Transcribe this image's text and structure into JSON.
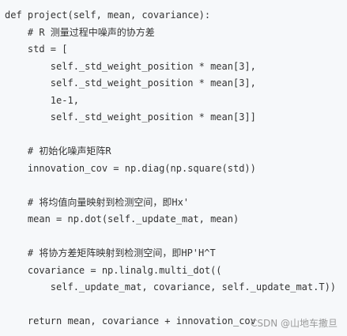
{
  "code": {
    "lines": [
      "def project(self, mean, covariance):",
      "    # R 测量过程中噪声的协方差",
      "    std = [",
      "        self._std_weight_position * mean[3],",
      "        self._std_weight_position * mean[3],",
      "        1e-1,",
      "        self._std_weight_position * mean[3]]",
      "",
      "    # 初始化噪声矩阵R",
      "    innovation_cov = np.diag(np.square(std))",
      "",
      "    # 将均值向量映射到检测空间，即Hx'",
      "    mean = np.dot(self._update_mat, mean)",
      "",
      "    # 将协方差矩阵映射到检测空间，即HP'H^T",
      "    covariance = np.linalg.multi_dot((",
      "        self._update_mat, covariance, self._update_mat.T))",
      "",
      "    return mean, covariance + innovation_cov"
    ]
  },
  "watermark": {
    "text": "CSDN @山地车撒旦"
  }
}
